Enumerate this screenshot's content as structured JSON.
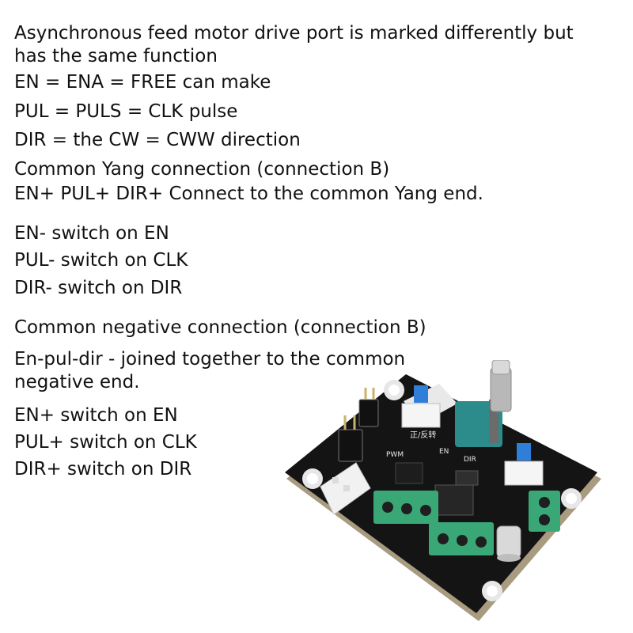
{
  "intro": {
    "line1": "Asynchronous feed motor drive port is marked differently but",
    "line2": "has the same function"
  },
  "aliases": [
    "EN = ENA = FREE can make",
    "PUL = PULS = CLK pulse",
    "DIR = the CW = CWW direction"
  ],
  "common_yang": {
    "heading": "Common Yang connection (connection B)",
    "note": "EN+ PUL+ DIR+ Connect to the common Yang end.",
    "wiring": [
      "EN- switch on  EN",
      "PUL- switch on  CLK",
      "DIR- switch on   DIR"
    ]
  },
  "common_negative": {
    "heading": "Common negative connection (connection B)",
    "note_line1": "En-pul-dir - joined together to the common",
    "note_line2": "negative end.",
    "wiring": [
      "EN+  switch on  EN",
      "PUL+ switch on  CLK",
      "DIR+ switch on  DIR"
    ]
  },
  "board": {
    "pcb_color": "#141414",
    "terminal_color": "#3aa876",
    "button_color": "#2f7fd9",
    "pot_body_color": "#2c8c8c",
    "silk_text": [
      "正/反转",
      "DIR",
      "EN",
      "PWM"
    ]
  }
}
